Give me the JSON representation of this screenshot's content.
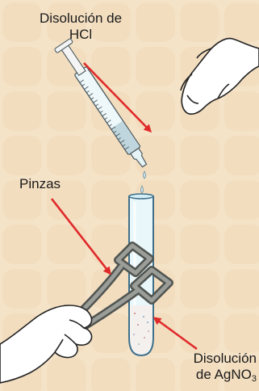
{
  "labels": {
    "hcl_line1": "Disolución de",
    "hcl_line2": "HCl",
    "tongs": "Pinzas",
    "agno3_line1": "Disolución",
    "agno3_line2_prefix": "de AgNO",
    "agno3_line2_sub": "3"
  },
  "colors": {
    "background": "#f5e3c8",
    "arrow": "#e02a2a",
    "tube_glass": "#e9f7fb",
    "tube_outline": "#3f6f8a",
    "solution": "#f4f0ee",
    "hcl_liquid": "#bfd6de",
    "tongs_metal": "#8a8d88",
    "skin": "#ffffff"
  }
}
